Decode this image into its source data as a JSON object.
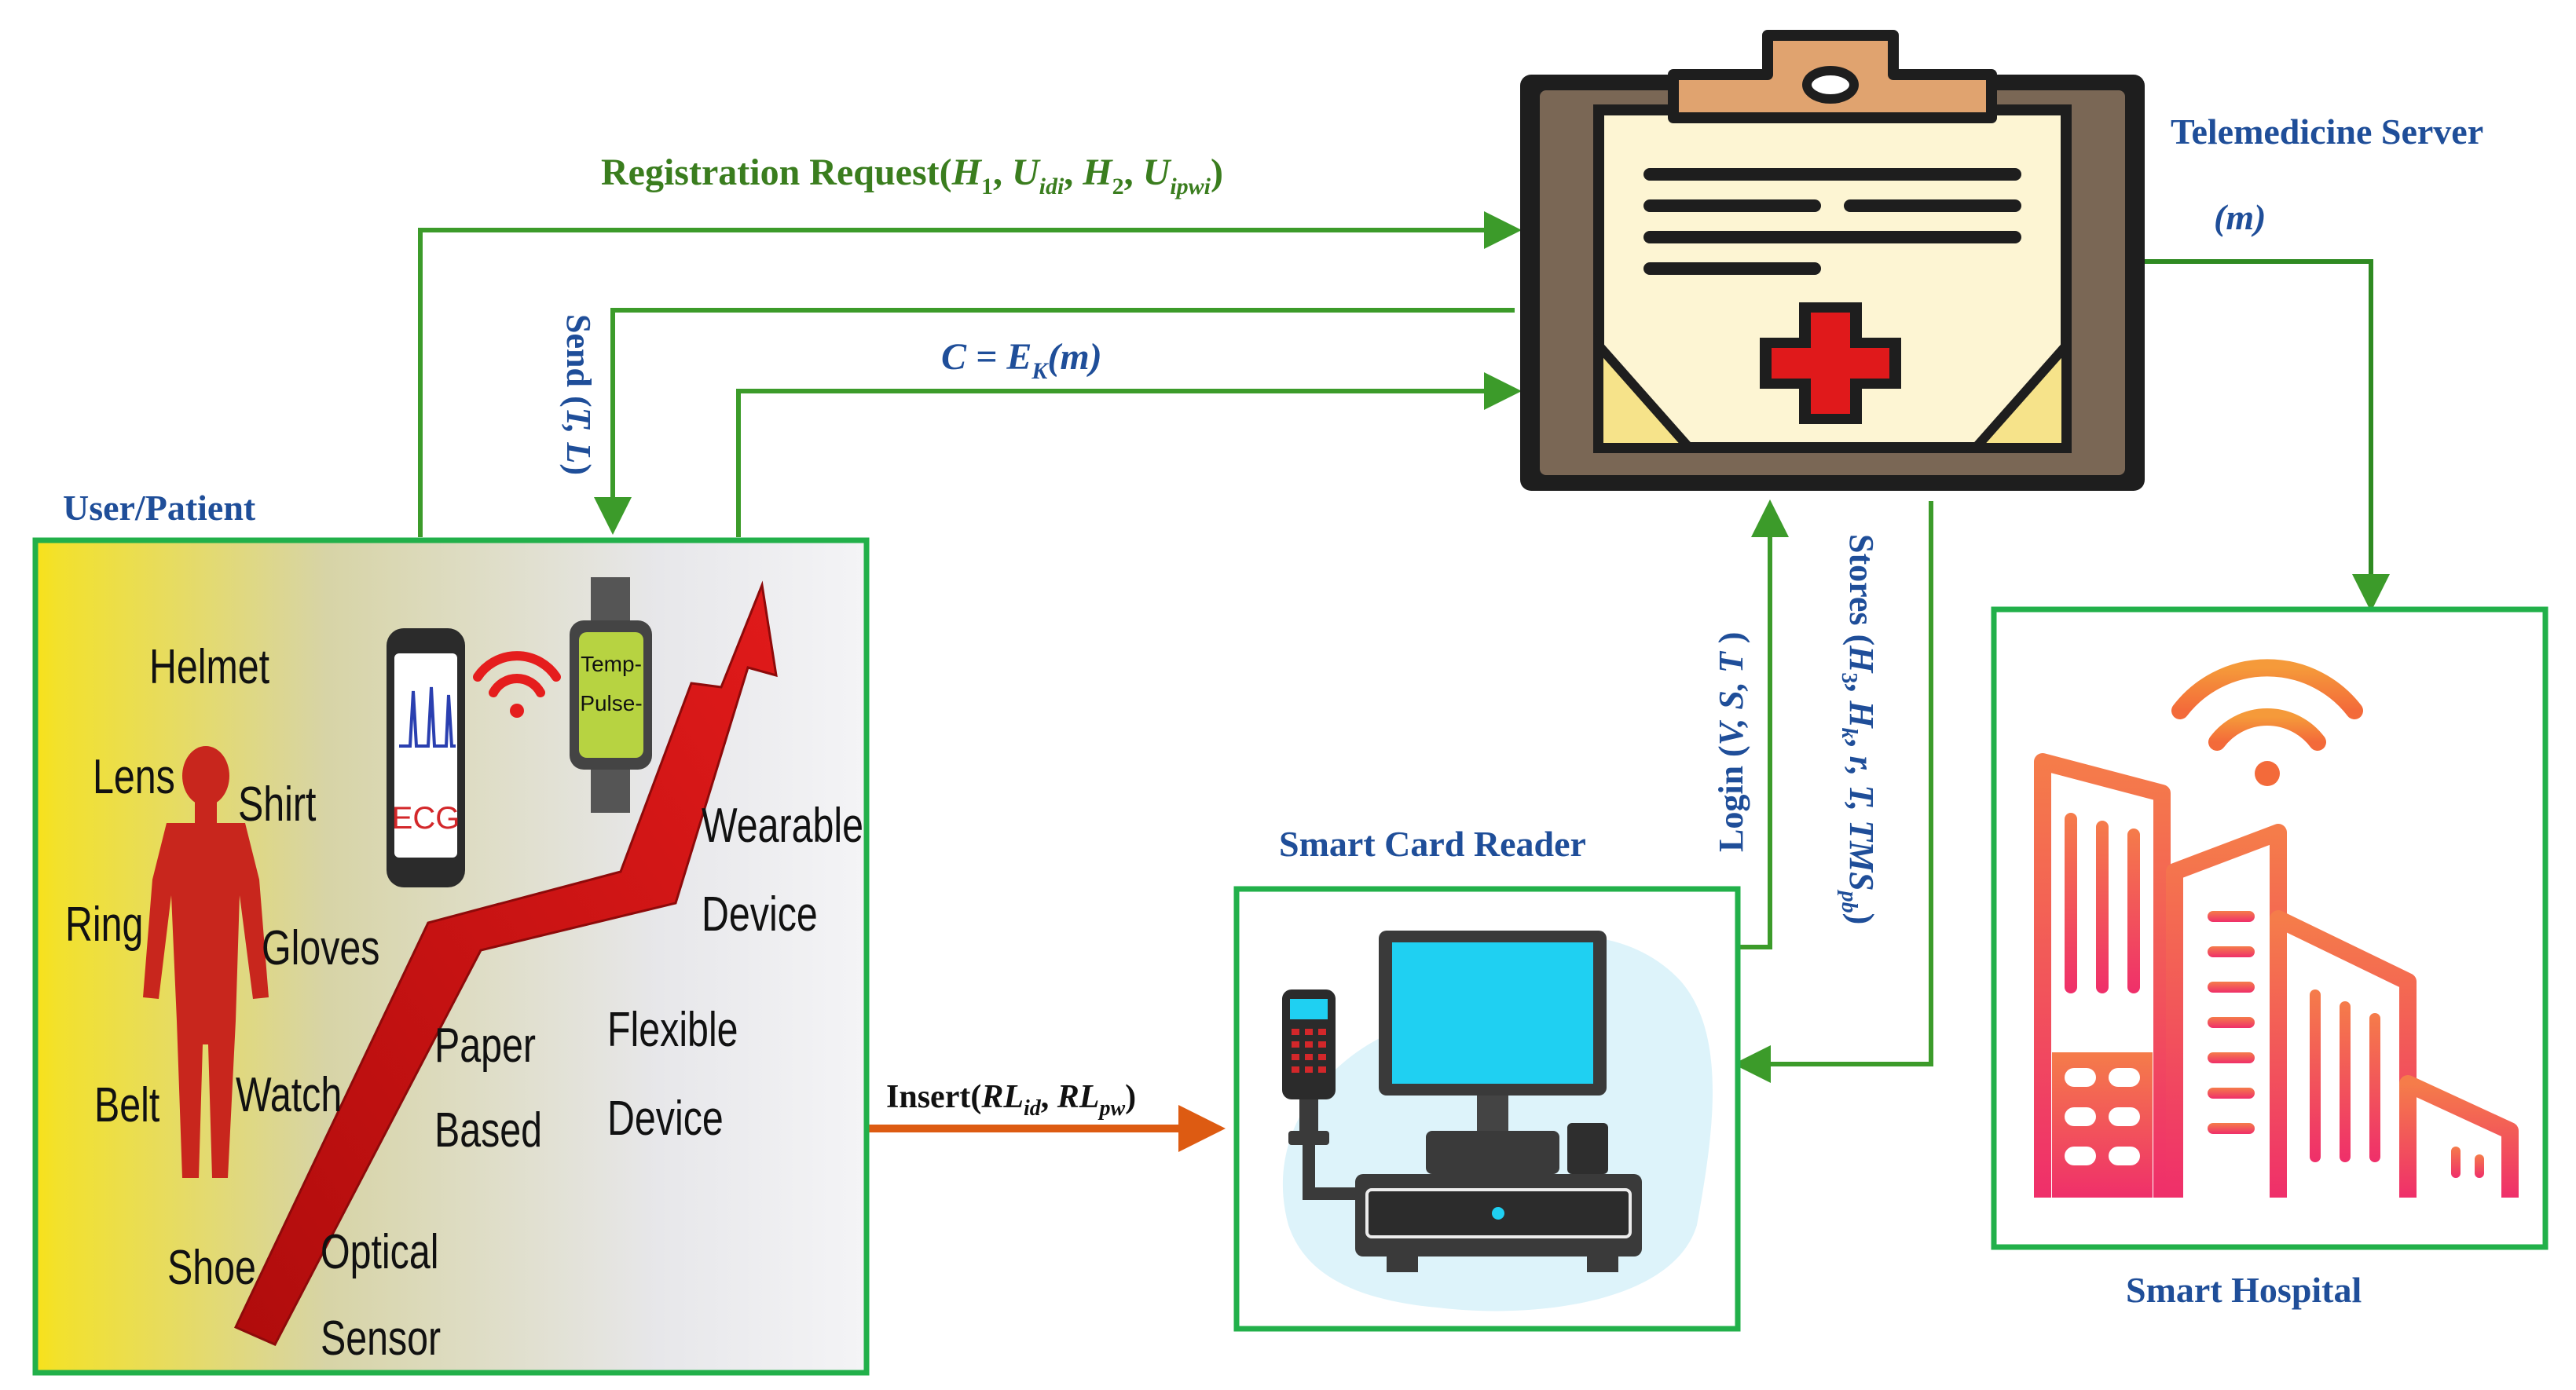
{
  "labels": {
    "user_patient": "User/Patient",
    "telemedicine_server": "Telemedicine Server",
    "smart_card_reader": "Smart Card Reader",
    "smart_hospital": "Smart Hospital"
  },
  "messages": {
    "registration_prefix": "Registration Request(",
    "send_prefix": "Send (",
    "send_args": "T, L",
    "send_suffix": ")",
    "cipher": "C = E",
    "cipher_sub": "K",
    "cipher_arg": "(m)",
    "server_out": "(m)",
    "login_prefix": "Login (",
    "login_args": "V, S, T",
    "login_suffix": " )",
    "stores_prefix": "Stores (",
    "insert_prefix": "Insert(",
    "insert_suffix": ")"
  },
  "wearables": {
    "helmet": "Helmet",
    "lens": "Lens",
    "shirt": "Shirt",
    "ring": "Ring",
    "gloves": "Gloves",
    "belt": "Belt",
    "watch": "Watch",
    "shoe": "Shoe",
    "optical": "Optical",
    "sensor": "Sensor",
    "paper": "Paper",
    "based": "Based",
    "flexible": "Flexible",
    "device1": "Device",
    "wearable": "Wearable",
    "device2": "Device",
    "ecg": "ECG",
    "temp": "Temp-",
    "pulse": "Pulse-"
  },
  "colors": {
    "green_line": "#3c9b2a",
    "box_border": "#22b04a",
    "label_blue": "#1f4e99",
    "label_green": "#3a7d1e",
    "orange_arrow": "#dd5b12",
    "cross_red": "#e0191b"
  }
}
